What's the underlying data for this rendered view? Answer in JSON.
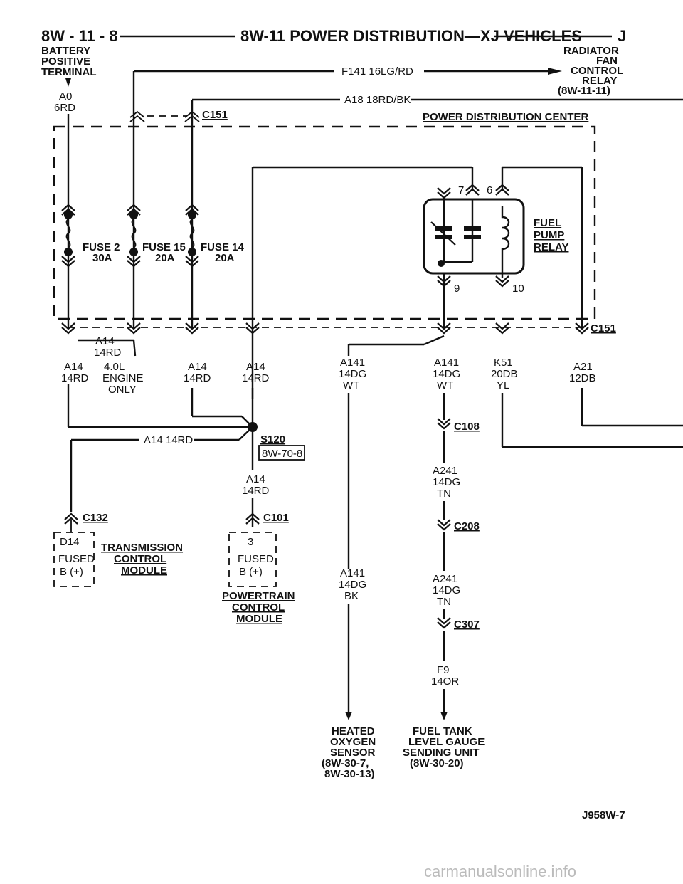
{
  "header": {
    "page_ref": "8W - 11 - 8",
    "title": "8W-11 POWER DISTRIBUTION—XJ VEHICLES",
    "letter": "J"
  },
  "battery": {
    "line1": "BATTERY",
    "line2": "POSITIVE",
    "line3": "TERMINAL",
    "circuit": "A0",
    "wire": "6RD"
  },
  "radiator": {
    "line1": "RADIATOR",
    "line2": "FAN",
    "line3": "CONTROL",
    "line4": "RELAY",
    "ref": "(8W-11-11)"
  },
  "wires": {
    "f141": "F141 16LG/RD",
    "a18": "A18 18RD/BK",
    "a14_jumper_1": "A14",
    "a14_jumper_2": "14RD",
    "engine_1": "4.0L",
    "engine_2": "ENGINE",
    "engine_3": "ONLY",
    "a14_s120": "A14 14RD"
  },
  "connectors": {
    "c151_top": "C151",
    "c151_right": "C151",
    "c108": "C108",
    "c208": "C208",
    "c307": "C307",
    "c132": "C132",
    "c101": "C101",
    "s120": "S120",
    "s120_ref": "8W-70-8"
  },
  "pdc": {
    "title": "POWER DISTRIBUTION CENTER"
  },
  "fuses": [
    {
      "name": "FUSE 2",
      "rating": "30A"
    },
    {
      "name": "FUSE 15",
      "rating": "20A"
    },
    {
      "name": "FUSE 14",
      "rating": "20A"
    }
  ],
  "relay": {
    "line1": "FUEL",
    "line2": "PUMP",
    "line3": "RELAY",
    "pin7": "7",
    "pin6": "6",
    "pin9": "9",
    "pin10": "10"
  },
  "wire_labels": [
    {
      "c": "A14",
      "w": "14RD",
      "x": ""
    },
    {
      "c": "A14",
      "w": "14RD",
      "x": ""
    },
    {
      "c": "A14",
      "w": "14RD",
      "x": ""
    },
    {
      "c": "A141",
      "w": "14DG",
      "x": "WT"
    },
    {
      "c": "A141",
      "w": "14DG",
      "x": "WT"
    },
    {
      "c": "K51",
      "w": "20DB",
      "x": "YL"
    },
    {
      "c": "A21",
      "w": "12DB",
      "x": ""
    },
    {
      "c": "A14",
      "w": "14RD",
      "x": ""
    },
    {
      "c": "A241",
      "w": "14DG",
      "x": "TN"
    },
    {
      "c": "A141",
      "w": "14DG",
      "x": "BK"
    },
    {
      "c": "A241",
      "w": "14DG",
      "x": "TN"
    },
    {
      "c": "F9",
      "w": "14OR",
      "x": ""
    }
  ],
  "tcm": {
    "pin": "D14",
    "fused": "FUSED",
    "b": "B (+)",
    "line1": "TRANSMISSION",
    "line2": "CONTROL",
    "line3": "MODULE"
  },
  "pcm": {
    "pin": "3",
    "fused": "FUSED",
    "b": "B (+)",
    "line1": "POWERTRAIN",
    "line2": "CONTROL",
    "line3": "MODULE"
  },
  "o2": {
    "line1": "HEATED",
    "line2": "OXYGEN",
    "line3": "SENSOR",
    "line4": "(8W-30-7,",
    "line5": "8W-30-13)"
  },
  "fuel_gauge": {
    "line1": "FUEL TANK",
    "line2": "LEVEL GAUGE",
    "line3": "SENDING UNIT",
    "line4": "(8W-30-20)"
  },
  "figure_code": "J958W-7",
  "watermark": "carmanualsonline.info"
}
